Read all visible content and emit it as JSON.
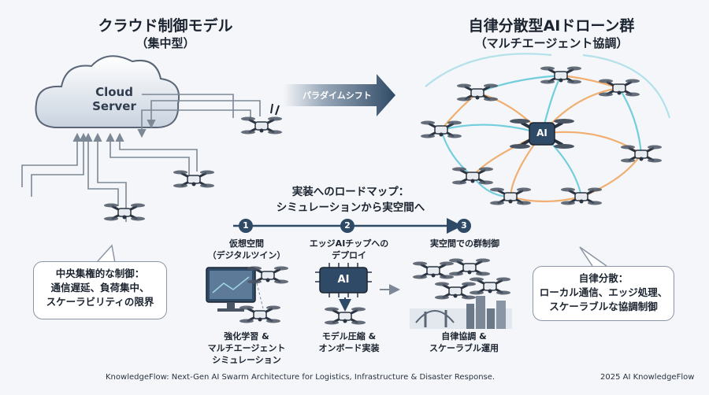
{
  "left_title": "クラウド制御モデル",
  "left_subtitle": "（集中型）",
  "right_title": "自律分散型AIドローン群",
  "right_subtitle": "（マルチエージェント協調）",
  "cloud_label_line1": "Cloud",
  "cloud_label_line2": "Server",
  "shift_label": "パラダイムシフト",
  "roadmap_title_line1": "実装へのロードマップ：",
  "roadmap_title_line2": "シミュレーションから実空間へ",
  "hub_label": "AI",
  "steps": [
    {
      "num": "1",
      "top_line1": "仮想空間",
      "top_line2": "（デジタルツイン）",
      "bottom_line1": "強化学習 &",
      "bottom_line2": "マルチエージェント",
      "bottom_line3": "シミュレーション"
    },
    {
      "num": "2",
      "top_line1": "エッジAIチップへの",
      "top_line2": "デプロイ",
      "chip_label": "AI",
      "bottom_line1": "モデル圧縮 &",
      "bottom_line2": "オンボード実装"
    },
    {
      "num": "3",
      "top_line1": "実空間での群制御",
      "bottom_line1": "自律協調 &",
      "bottom_line2": "スケーラブル運用"
    }
  ],
  "left_bubble": {
    "line1": "中央集権的な制御：",
    "line2": "通信遅延、負荷集中、",
    "line3": "スケーラビリティの限界"
  },
  "right_bubble": {
    "line1": "自律分散：",
    "line2": "ローカル通信、エッジ処理、",
    "line3": "スケーラブルな協調制御"
  },
  "footer_text": "KnowledgeFlow: Next-Gen AI Swarm Architecture for Logistics, Infrastructure & Disaster Response.",
  "footer_credit": "2025 AI KnowledgeFlow",
  "colors": {
    "navy": "#2f4a66",
    "orange": "#f0a35a",
    "teal": "#5cc6d8",
    "line": "#7d8896"
  }
}
